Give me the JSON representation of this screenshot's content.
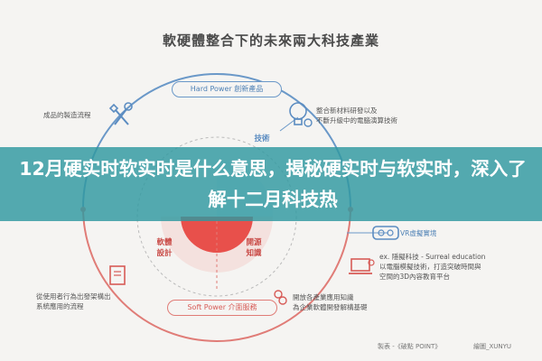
{
  "diagram": {
    "title": "軟硬體整合下的未來兩大科技產業",
    "hard_power": "Hard Power 創新產品",
    "soft_power": "Soft Power 介面服務",
    "quadrants": {
      "ne": "技術",
      "sw": "軟體\n設計",
      "se": "開源\n知識"
    },
    "notes": {
      "top_left": "成品的製造流程",
      "top_right": "整合新材料研發以及\n不斷升級中的電腦演算技術",
      "vr_label": "VR虛擬實境",
      "bottom_right_1": "ex. 隱擬科技 - Surreal education\n以電腦模擬技術，打造突破時間與\n空間的3D內容教育平台",
      "bottom_right_2": "開放各產業應用知識\n為企業軟體開發解構基礎",
      "bottom_left": "從使用者行為出發架構出\n系統應用的流程"
    },
    "credits": {
      "left": "製表 -《破點 POINT》",
      "right": "繪圖_XUNYU"
    }
  },
  "banner": {
    "text": "12月硬实时软实时是什么意思，揭秘硬实时与软实时，深入了解十二月科技热"
  },
  "colors": {
    "blue": "#5b8cc1",
    "red": "#d75b57",
    "banner": "#2f98a0",
    "background": "#f5f4f2"
  },
  "icons": [
    "wrench-screwdriver-icon",
    "lightbulb-gear-icon",
    "vr-headset-icon",
    "laptop-gear-icon",
    "document-user-icon"
  ]
}
